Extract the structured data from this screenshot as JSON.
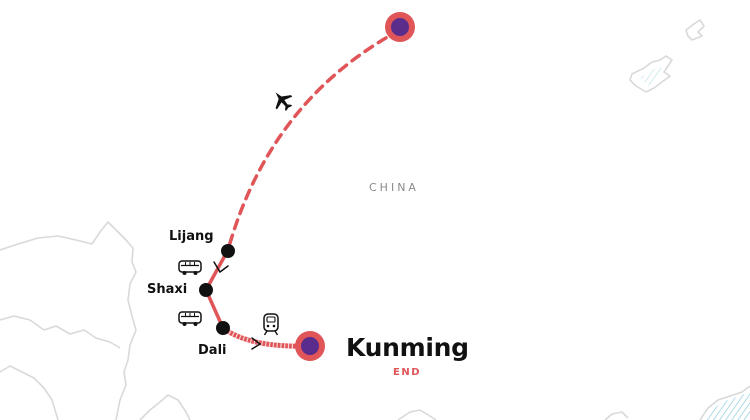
{
  "map": {
    "country_label": "CHINA",
    "stops": [
      {
        "name": "Lijang",
        "type": "stop"
      },
      {
        "name": "Shaxi",
        "type": "stop"
      },
      {
        "name": "Dali",
        "type": "stop"
      },
      {
        "name": "Kunming",
        "type": "end"
      }
    ],
    "end_tag": "END",
    "legs": [
      {
        "from": "start",
        "to": "Lijang",
        "mode": "flight",
        "icon": "airplane-icon"
      },
      {
        "from": "Lijang",
        "to": "Shaxi",
        "mode": "bus",
        "icon": "bus-icon"
      },
      {
        "from": "Shaxi",
        "to": "Dali",
        "mode": "bus",
        "icon": "bus-icon"
      },
      {
        "from": "Dali",
        "to": "Kunming",
        "mode": "train",
        "icon": "train-icon"
      }
    ]
  },
  "colors": {
    "route": "#e05558",
    "marker_fill": "#5a2d8c",
    "stop_dot": "#111111",
    "land_outline": "#d9d9d9",
    "water_hatch": "#7fc6d8",
    "end_tag": "#e05558"
  }
}
